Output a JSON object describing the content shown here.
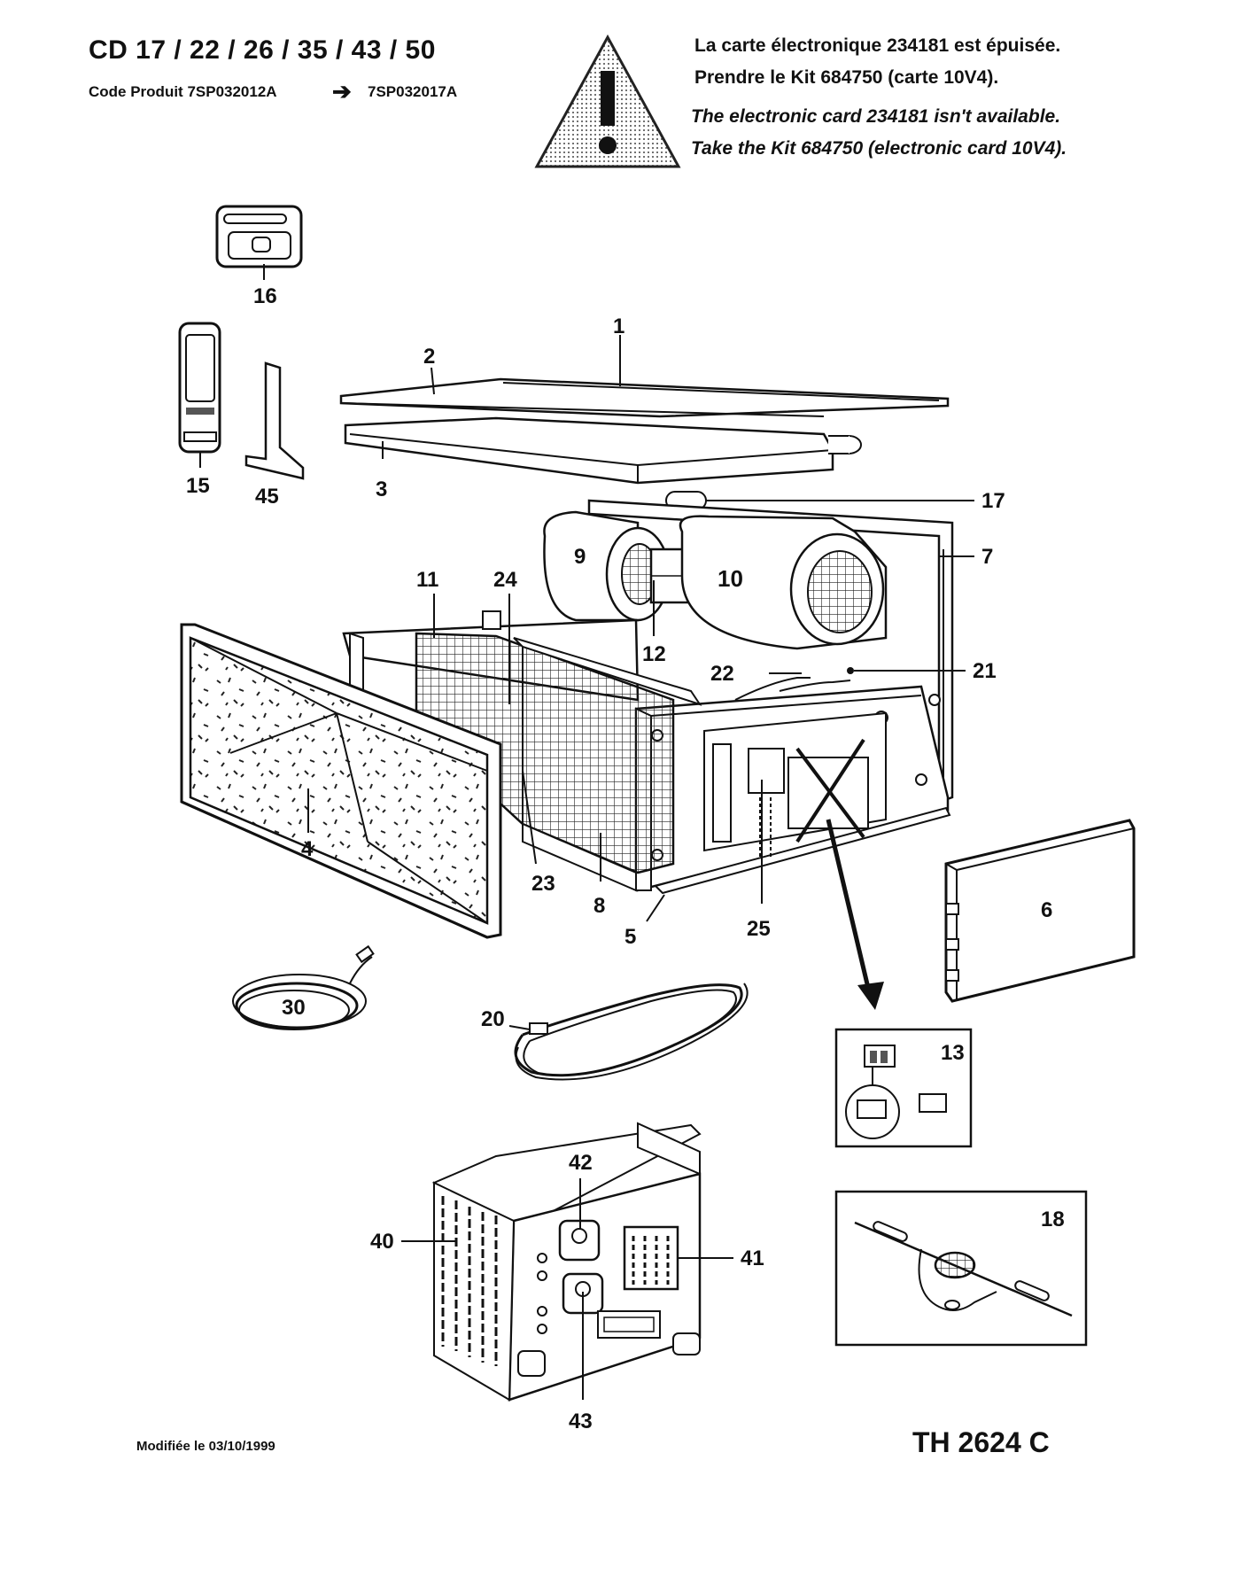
{
  "header": {
    "title": "CD 17 / 22 / 26 / 35 / 43 / 50",
    "code_label": "Code Produit  7SP032012A",
    "code_arrow": "➔",
    "code_new": "7SP032017A"
  },
  "warning": {
    "icon": "warning-triangle-icon",
    "fr_line1": "La carte électronique 234181 est épuisée.",
    "fr_line2": "Prendre le Kit 684750 (carte 10V4).",
    "en_line1": "The electronic card 234181 isn't available.",
    "en_line2": "Take the Kit 684750 (electronic card 10V4)."
  },
  "parts": {
    "p1": "1",
    "p2": "2",
    "p3": "3",
    "p4": "4",
    "p5": "5",
    "p6": "6",
    "p7": "7",
    "p8": "8",
    "p9": "9",
    "p10": "10",
    "p11": "11",
    "p12": "12",
    "p13": "13",
    "p15": "15",
    "p16": "16",
    "p17": "17",
    "p18": "18",
    "p20": "20",
    "p21": "21",
    "p22": "22",
    "p23": "23",
    "p24": "24",
    "p25": "25",
    "p30": "30",
    "p40": "40",
    "p41": "41",
    "p42": "42",
    "p43": "43",
    "p45": "45"
  },
  "footer": {
    "modified": "Modifiée le 03/10/1999",
    "reference": "TH 2624 C"
  }
}
